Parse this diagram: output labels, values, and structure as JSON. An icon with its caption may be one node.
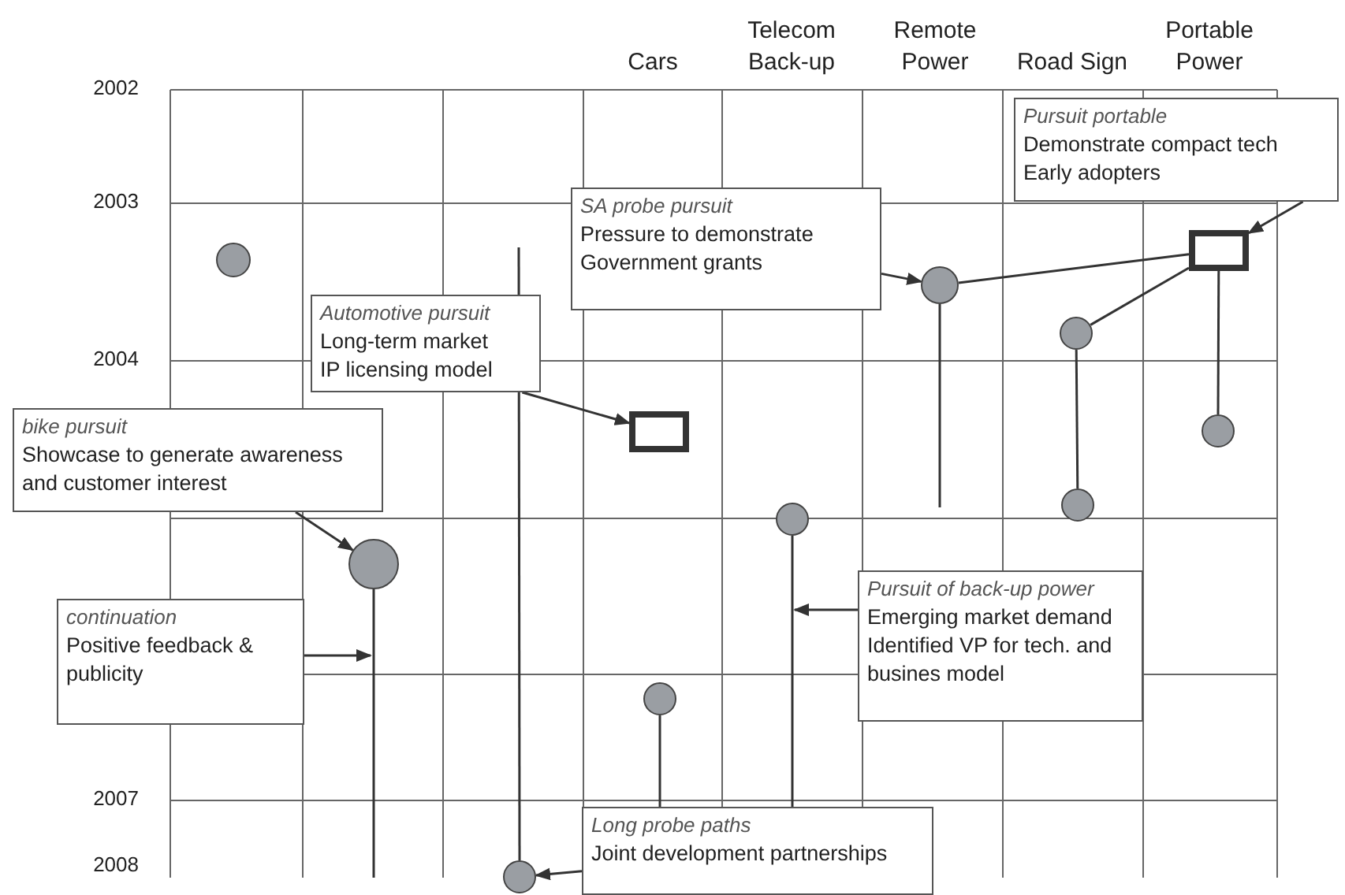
{
  "diagram": {
    "nodes": [
      {
        "text": [
          "Pursuit portable",
          "Demonstrate compact tech",
          "Early adopters"
        ]
      },
      {
        "text": [
          "SA probe pursuit",
          "Pressure to demonstrate",
          "Government grants"
        ]
      },
      {
        "text": [],
        "shape": "box"
      },
      {
        "text": [],
        "shape": "circle"
      },
      {
        "text": [],
        "shape": "circle"
      },
      {
        "text": [
          "Automotive pursuit",
          "Long-term market",
          "IP licensing model"
        ]
      },
      {
        "text": [],
        "shape": "circle"
      },
      {
        "text": [],
        "shape": "box"
      },
      {
        "text": [
          "bike pursuit",
          "Showcase to generate awareness and customer interest"
        ]
      },
      {
        "text": [],
        "shape": "circle"
      },
      {
        "text": [],
        "shape": "circle"
      },
      {
        "text": [],
        "shape": "circle"
      },
      {
        "text": [],
        "shape": "circle"
      },
      {
        "text": [
          "continuation",
          "Positive feedback & publicity"
        ]
      },
      {
        "text": [
          "Pursuit of back-up power",
          "Emerging market demand",
          "Identified VP for tech. and busines model"
        ]
      },
      {
        "text": [],
        "shape": "circle"
      },
      {
        "text": [],
        "shape": "circle"
      },
      {
        "text": [
          "Long probe paths",
          "Joint development partnerships"
        ]
      }
    ],
    "edges": [
      {
        "from": 0,
        "to": 2,
        "arrow": "to"
      },
      {
        "from": 1,
        "to": 4,
        "arrow": "to"
      },
      {
        "from": 5,
        "to": 7,
        "arrow": "to"
      },
      {
        "from": 8,
        "to": 12,
        "arrow": "to"
      },
      {
        "from": 13,
        "to": null,
        "arrow": "to"
      },
      {
        "from": 14,
        "to": null,
        "arrow": "to"
      },
      {
        "from": 17,
        "to": 16,
        "arrow": "to"
      },
      {
        "from": 4,
        "to": 2,
        "arrow": "none"
      },
      {
        "from": 6,
        "to": 2,
        "arrow": "none"
      },
      {
        "from": 2,
        "to": 9,
        "arrow": "none"
      },
      {
        "from": 6,
        "to": 10,
        "arrow": "none"
      },
      {
        "from": 4,
        "to": null,
        "arrow": "none"
      },
      {
        "from": 11,
        "to": 17,
        "arrow": "none"
      },
      {
        "from": 15,
        "to": 17,
        "arrow": "none"
      },
      {
        "from": 12,
        "to": null,
        "arrow": "none"
      },
      {
        "from": null,
        "to": 16,
        "arrow": "none"
      }
    ],
    "labels": [
      "Cars",
      "Telecom Back-up",
      "Remote Power",
      "Road Sign",
      "Portable Power",
      "2002",
      "2003",
      "2004",
      "2007",
      "2008"
    ]
  }
}
